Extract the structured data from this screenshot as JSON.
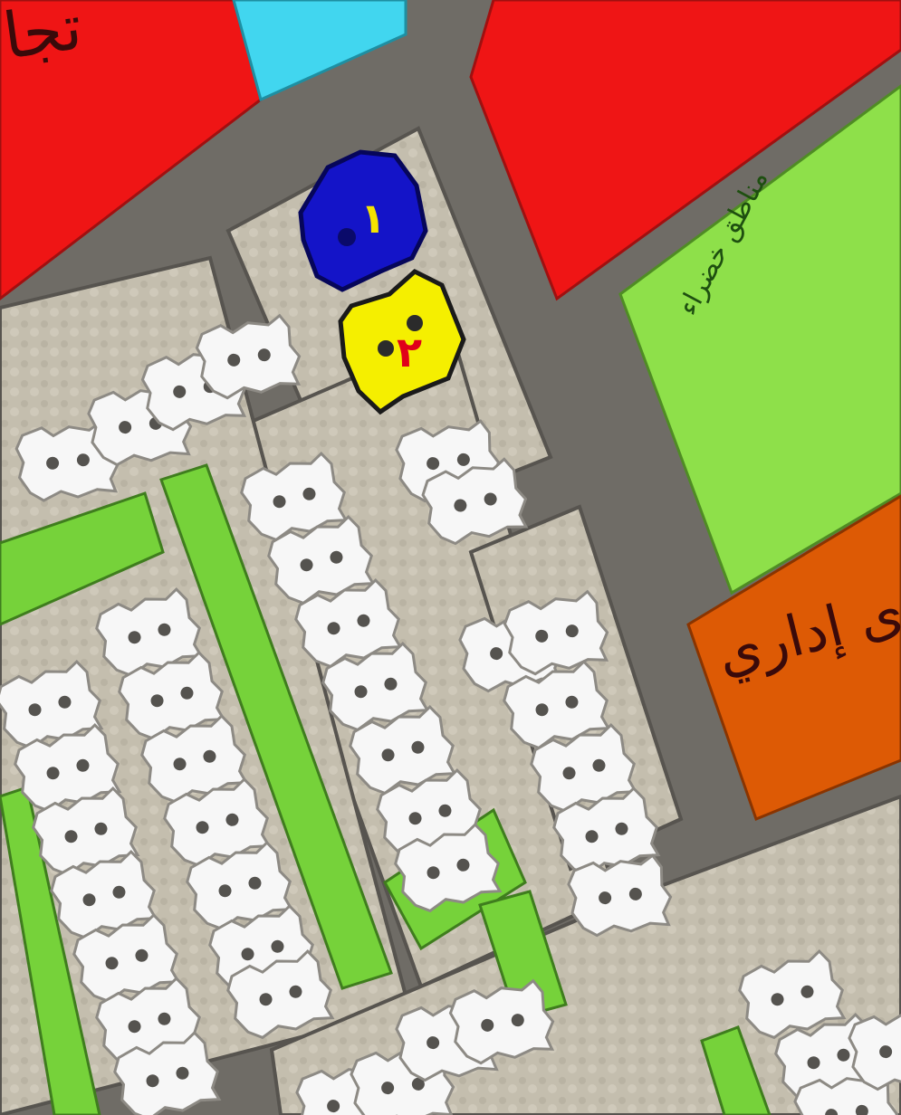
{
  "map": {
    "labels": {
      "commercial": "تجا",
      "green_areas": "مناطق خضراء",
      "administrative": "ى إداري"
    },
    "markers": [
      {
        "id": "1",
        "text": "١",
        "fill": "#1414c8",
        "text_color": "#f5e400"
      },
      {
        "id": "2",
        "text": "٢",
        "fill": "#f5ef00",
        "text_color": "#e0001a"
      }
    ],
    "colors": {
      "road": "#6f6c66",
      "block_ground": "#c7c1b2",
      "commercial_zone": "#ef1515",
      "green_zone": "#8ee04a",
      "administrative_zone": "#dd5a05",
      "service_zone": "#41d6ef",
      "residential_building": "#f7f7f7",
      "park_strip": "#76d23a"
    }
  }
}
